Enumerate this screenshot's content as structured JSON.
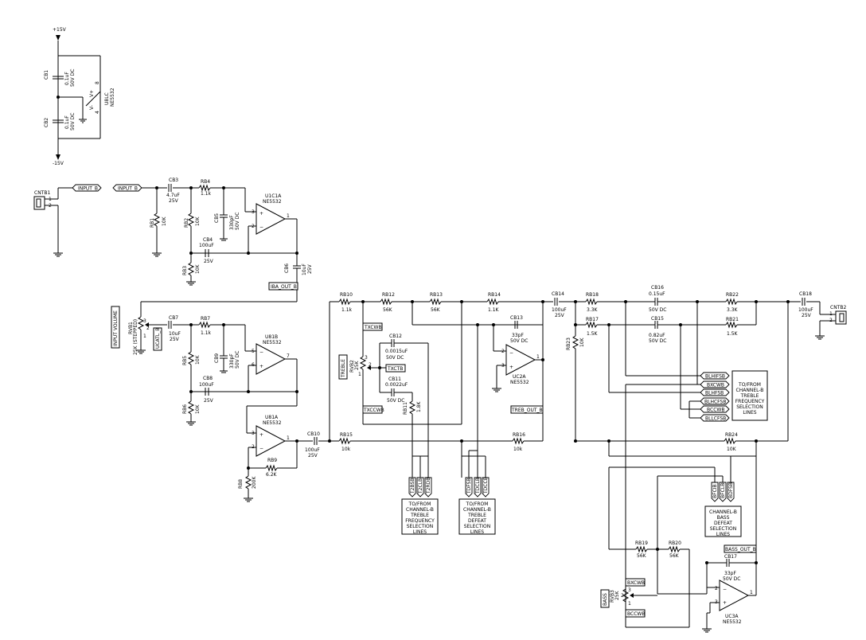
{
  "labels": {
    "p15": "+15V",
    "m15": "-15V",
    "u8lc": "U8LC",
    "u8lc_part": "NE5532",
    "cb1": "CB1",
    "cb1_val": "0.1uF",
    "cb1_rating": "50V DC",
    "cb2": "CB2",
    "cb2_val": "0.1uF",
    "cb2_rating": "50V DC",
    "pin8": "8",
    "pin4": "4",
    "vplus": "V+",
    "vminus": "V-",
    "cntb1": "CNTB1",
    "cntb2": "CNTB2",
    "input_b": "INPUT_B",
    "input_b2": "INPUT_B",
    "cb3": "CB3",
    "cb3_val": "4.7uF",
    "cb3_rating": "25V",
    "rb4": "RB4",
    "rb4_val": "1.1k",
    "rb1": "RB1",
    "rb1_val": "10K",
    "rb2": "RB2",
    "rb2_val": "10K",
    "cb5": "CB5",
    "cb5_val": "330pF",
    "cb5_rating": "50V DC",
    "u1a": "U1C1A",
    "u1a_part": "NE5532",
    "cb4": "CB4",
    "cb4_val": "100uF",
    "cb4_rating": "25V",
    "rb3": "RB3",
    "rb3_val": "10K",
    "cb6": "CB6",
    "cb6_val": "10uF",
    "cb6_rating": "25V",
    "iba_out": "IBA_OUT_B",
    "input_volume": "INPUT VOLUME",
    "rvb1": "RVB1",
    "rvb1_val": "25K (STEPPED)",
    "ucatl": "UCATL_B",
    "cb7": "CB7",
    "cb7_val": "10uF",
    "cb7_rating": "25V",
    "rb7": "RB7",
    "rb7_val": "1.1k",
    "u1b": "U81B",
    "u1b_part": "NE5532",
    "cb9": "CB9",
    "cb9_val": "330pF",
    "cb9_rating": "50V DC",
    "rb5": "RB5",
    "rb5_val": "10K",
    "cb8": "CB8",
    "cb8_val": "100uF",
    "cb8_rating": "25V",
    "rb6": "RB6",
    "rb6_val": "10K",
    "u81a": "U81A",
    "u81a_part": "NE5532",
    "rb9": "RB9",
    "rb9_val": "6.2K",
    "rb8": "RB8",
    "rb8_val": "200K",
    "cb10": "CB10",
    "cb10_val": "100uF",
    "cb10_rating": "25V",
    "rb15": "RB15",
    "rb15_val": "10k",
    "rb10": "RB10",
    "rb10_val": "1.1k",
    "rb12": "RB12",
    "rb12_val": "56K",
    "rb13": "RB13",
    "rb13_val": "56K",
    "rb14": "RB14",
    "rb14_val": "1.1K",
    "txcwb": "TXCWB",
    "cb12": "CB12",
    "cb12_val": "0.0015uF",
    "cb12_rating": "50V DC",
    "treble": "TREBLE",
    "rvb2": "RVB2",
    "rvb2_val": "25K",
    "txctb": "TXCTB",
    "cb11": "CB11",
    "cb11_val": "0.0022uF",
    "cb11_rating": "50V DC",
    "rb11": "RB11",
    "rb11_val": "1.8K",
    "txccwb": "TXCCWB",
    "cb13": "CB13",
    "cb13_val": "33pF",
    "cb13_rating": "50V DC",
    "u2a": "UC2A",
    "u2a_part": "NE5532",
    "treb_out": "TREB_OUT_B",
    "rb16": "RB16",
    "rb16_val": "10k",
    "cb14": "CB14",
    "cb14_val": "100uF",
    "cb14_rating": "25V",
    "rb18": "RB18",
    "rb18_val": "3.3K",
    "cb16": "CB16",
    "cb16_val": "0.15uF",
    "cb16_rating": "50V DC",
    "rb22": "RB22",
    "rb22_val": "3.3K",
    "rb17": "RB17",
    "rb17_val": "1.5K",
    "cb15": "CB15",
    "cb15_val": "0.82uF",
    "cb15_rating": "50V DC",
    "rb21": "RB21",
    "rb21_val": "1.5K",
    "rb23": "RB23",
    "rb23_val": "10K",
    "cb18": "CB18",
    "cb18_val": "100uF",
    "cb18_rating": "25V",
    "rb24": "RB24",
    "rb24_val": "10K",
    "blhifsb": "BLHIFSB",
    "bxcwb": "BXCWB",
    "blhfsb": "BLHFSB",
    "blhcfsb": "BLHCFSB",
    "bccwb": "BCCWB",
    "bllcfsb": "BLLCFSB",
    "sel_a": [
      "TO/FROM",
      "CHANNEL-B",
      "TREBLE",
      "FREQUENCY",
      "SELECTION",
      "LINES"
    ],
    "sel_b": [
      "TO/FROM",
      "CHANNEL-B",
      "TREBLE",
      "FREQUENCY",
      "SELECTION",
      "LINES"
    ],
    "sel_c": [
      "TO/FROM",
      "CHANNEL-B",
      "TREBLE",
      "DEFEAT",
      "SELECTION",
      "LINES"
    ],
    "sel_d": [
      "CHANNEL-B",
      "BASS",
      "DEFEAT",
      "SELECTION",
      "LINES"
    ],
    "t1": "T2BSB",
    "t2": "T2CLB",
    "t3": "T2RDB",
    "t4": "TDFSB",
    "t5": "TDCLB",
    "t6": "TDCCB",
    "b1": "BFCIB",
    "b2": "BFCLB",
    "b3": "BDFSB",
    "rb19": "RB19",
    "rb19_val": "56K",
    "rb20": "RB20",
    "rb20_val": "56K",
    "bass_out": "BASS_OUT_B",
    "cb17": "CB17",
    "cb17_val": "33pF",
    "cb17_rating": "50V DC",
    "bass": "BASS",
    "rvb3": "RVB3",
    "rvb3_val": "25K",
    "bxcwb2": "BXCWB",
    "bccwb2": "BCCWB",
    "u3a": "UC3A",
    "u3a_part": "NE5532"
  }
}
